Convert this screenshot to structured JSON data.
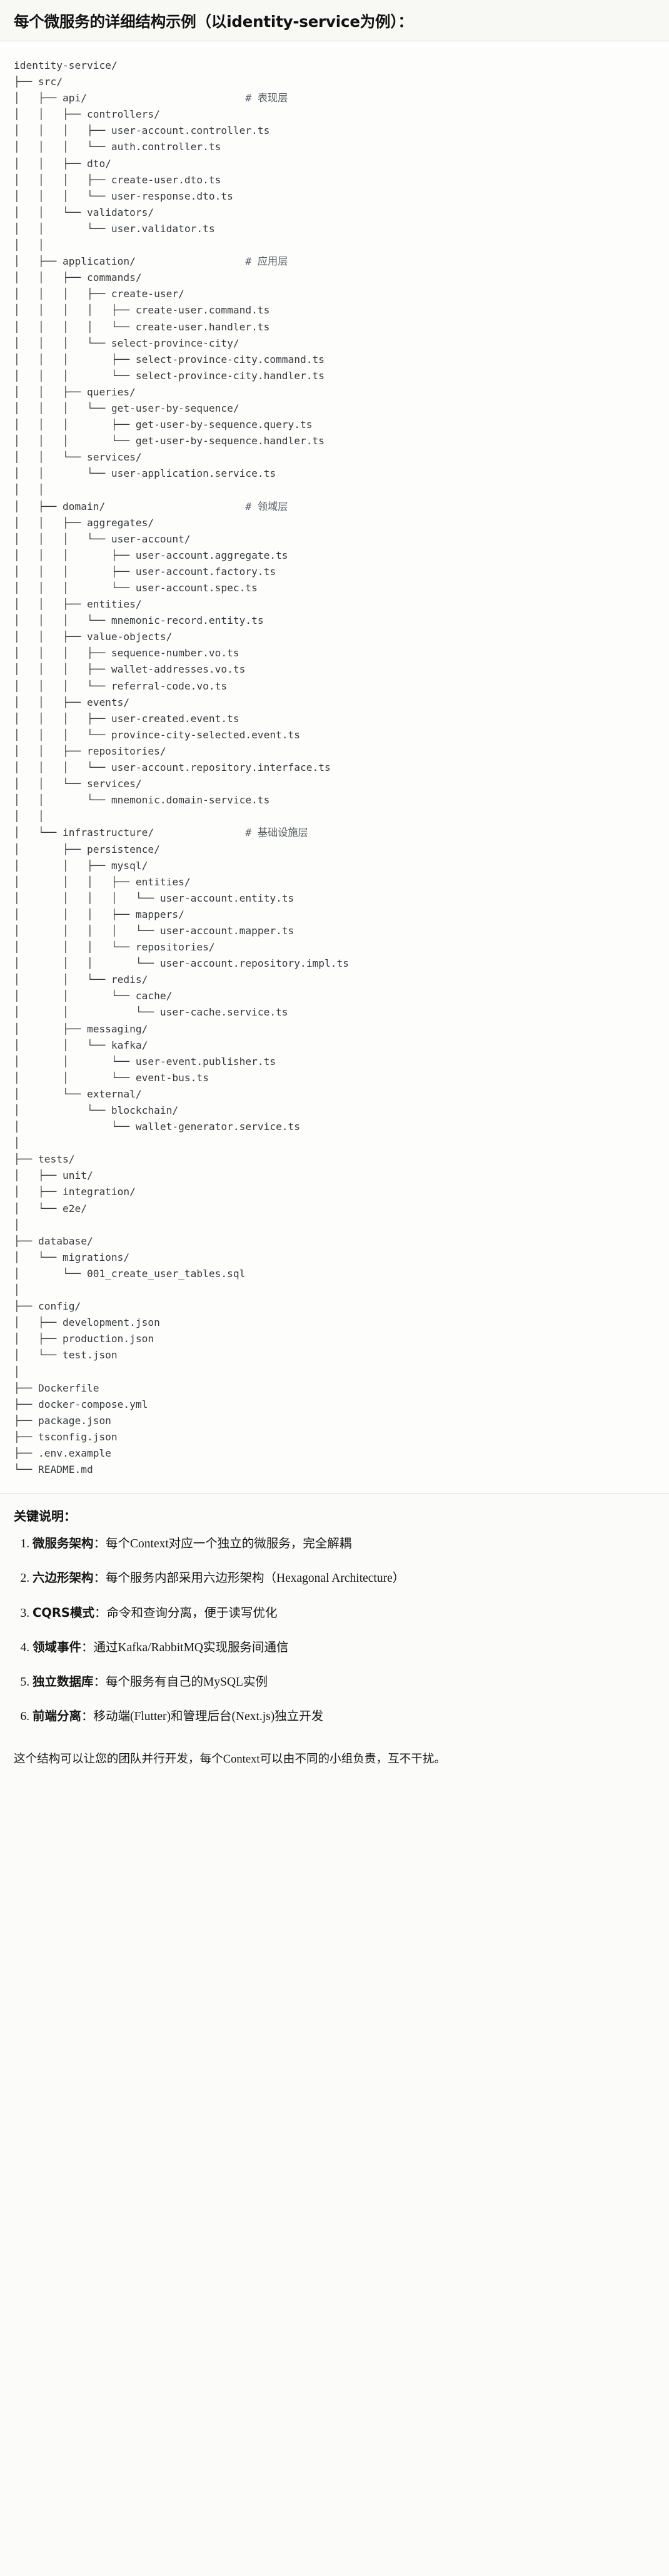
{
  "header": {
    "title_cjk_1": "每个微服务的详细结构示例",
    "title_paren": "（以identity-service为例）：",
    "title_full": "每个微服务的详细结构示例（以identity-service为例）："
  },
  "tree": {
    "root": "identity-service/",
    "comments": {
      "api": "# 表现层",
      "application": "# 应用层",
      "domain": "# 领域层",
      "infrastructure": "# 基础设施层"
    },
    "text": "identity-service/\n├── src/\n│   ├── api/                          # 表现层\n│   │   ├── controllers/\n│   │   │   ├── user-account.controller.ts\n│   │   │   └── auth.controller.ts\n│   │   ├── dto/\n│   │   │   ├── create-user.dto.ts\n│   │   │   └── user-response.dto.ts\n│   │   └── validators/\n│   │       └── user.validator.ts\n│   │\n│   ├── application/                  # 应用层\n│   │   ├── commands/\n│   │   │   ├── create-user/\n│   │   │   │   ├── create-user.command.ts\n│   │   │   │   └── create-user.handler.ts\n│   │   │   └── select-province-city/\n│   │   │       ├── select-province-city.command.ts\n│   │   │       └── select-province-city.handler.ts\n│   │   ├── queries/\n│   │   │   └── get-user-by-sequence/\n│   │   │       ├── get-user-by-sequence.query.ts\n│   │   │       └── get-user-by-sequence.handler.ts\n│   │   └── services/\n│   │       └── user-application.service.ts\n│   │\n│   ├── domain/                       # 领域层\n│   │   ├── aggregates/\n│   │   │   └── user-account/\n│   │   │       ├── user-account.aggregate.ts\n│   │   │       ├── user-account.factory.ts\n│   │   │       └── user-account.spec.ts\n│   │   ├── entities/\n│   │   │   └── mnemonic-record.entity.ts\n│   │   ├── value-objects/\n│   │   │   ├── sequence-number.vo.ts\n│   │   │   ├── wallet-addresses.vo.ts\n│   │   │   └── referral-code.vo.ts\n│   │   ├── events/\n│   │   │   ├── user-created.event.ts\n│   │   │   └── province-city-selected.event.ts\n│   │   ├── repositories/\n│   │   │   └── user-account.repository.interface.ts\n│   │   └── services/\n│   │       └── mnemonic.domain-service.ts\n│   │\n│   └── infrastructure/               # 基础设施层\n│       ├── persistence/\n│       │   ├── mysql/\n│       │   │   ├── entities/\n│       │   │   │   └── user-account.entity.ts\n│       │   │   ├── mappers/\n│       │   │   │   └── user-account.mapper.ts\n│       │   │   └── repositories/\n│       │   │       └── user-account.repository.impl.ts\n│       │   └── redis/\n│       │       └── cache/\n│       │           └── user-cache.service.ts\n│       ├── messaging/\n│       │   └── kafka/\n│       │       └── user-event.publisher.ts\n│       │       └── event-bus.ts\n│       └── external/\n│           └── blockchain/\n│               └── wallet-generator.service.ts\n│\n├── tests/\n│   ├── unit/\n│   ├── integration/\n│   └── e2e/\n│\n├── database/\n│   └── migrations/\n│       └── 001_create_user_tables.sql\n│\n├── config/\n│   ├── development.json\n│   ├── production.json\n│   └── test.json\n│\n├── Dockerfile\n├── docker-compose.yml\n├── package.json\n├── tsconfig.json\n├── .env.example\n└── README.md"
  },
  "notes": {
    "title": "关键说明：",
    "items": [
      {
        "term": "微服务架构",
        "sep": "：",
        "desc": "每个Context对应一个独立的微服务，完全解耦"
      },
      {
        "term": "六边形架构",
        "sep": "：",
        "desc": "每个服务内部采用六边形架构（Hexagonal Architecture）"
      },
      {
        "term": "CQRS模式",
        "sep": "：",
        "desc": "命令和查询分离，便于读写优化"
      },
      {
        "term": "领域事件",
        "sep": "：",
        "desc": "通过Kafka/RabbitMQ实现服务间通信"
      },
      {
        "term": "独立数据库",
        "sep": "：",
        "desc": "每个服务有自己的MySQL实例"
      },
      {
        "term": "前端分离",
        "sep": "：",
        "desc": "移动端(Flutter)和管理后台(Next.js)独立开发"
      }
    ]
  },
  "closing": {
    "text": "这个结构可以让您的团队并行开发，每个Context可以由不同的小组负责，互不干扰。"
  }
}
